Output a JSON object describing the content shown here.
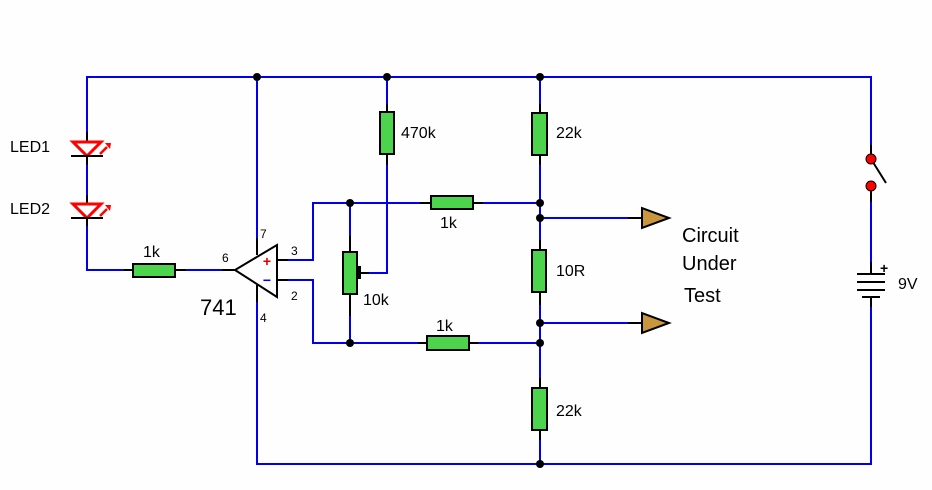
{
  "title": "Op-amp current test circuit",
  "colors": {
    "wire": "#0000ee",
    "resistor_fill": "#4cd54c",
    "led": "#ff0000",
    "terminal_fill": "#c8963c",
    "switch_contact": "#ff0000"
  },
  "components": {
    "led1": {
      "label": "LED1",
      "icon": "led-icon"
    },
    "led2": {
      "label": "LED2",
      "icon": "led-icon"
    },
    "r_output": {
      "label": "1k",
      "icon": "resistor-icon"
    },
    "opamp": {
      "label": "741",
      "icon": "op-amp-icon",
      "pins": {
        "out": "6",
        "vplus": "7",
        "vminus": "4",
        "noninv": "3",
        "inv": "2"
      },
      "noninv_symbol": "+",
      "inv_symbol": "−"
    },
    "r_470k": {
      "label": "470k",
      "icon": "resistor-icon"
    },
    "pot_10k": {
      "label": "10k",
      "icon": "potentiometer-icon"
    },
    "r_1k_top": {
      "label": "1k",
      "icon": "resistor-icon"
    },
    "r_1k_bottom": {
      "label": "1k",
      "icon": "resistor-icon"
    },
    "r_22k_top": {
      "label": "22k",
      "icon": "resistor-icon"
    },
    "r_10r": {
      "label": "10R",
      "icon": "resistor-icon"
    },
    "r_22k_bottom": {
      "label": "22k",
      "icon": "resistor-icon"
    },
    "cut": {
      "lines": [
        "Circuit",
        "Under",
        "Test"
      ],
      "icon": "terminal-arrow-icon"
    },
    "switch": {
      "label": "",
      "icon": "switch-icon"
    },
    "battery": {
      "label": "9V",
      "plus": "+",
      "icon": "battery-icon"
    }
  }
}
